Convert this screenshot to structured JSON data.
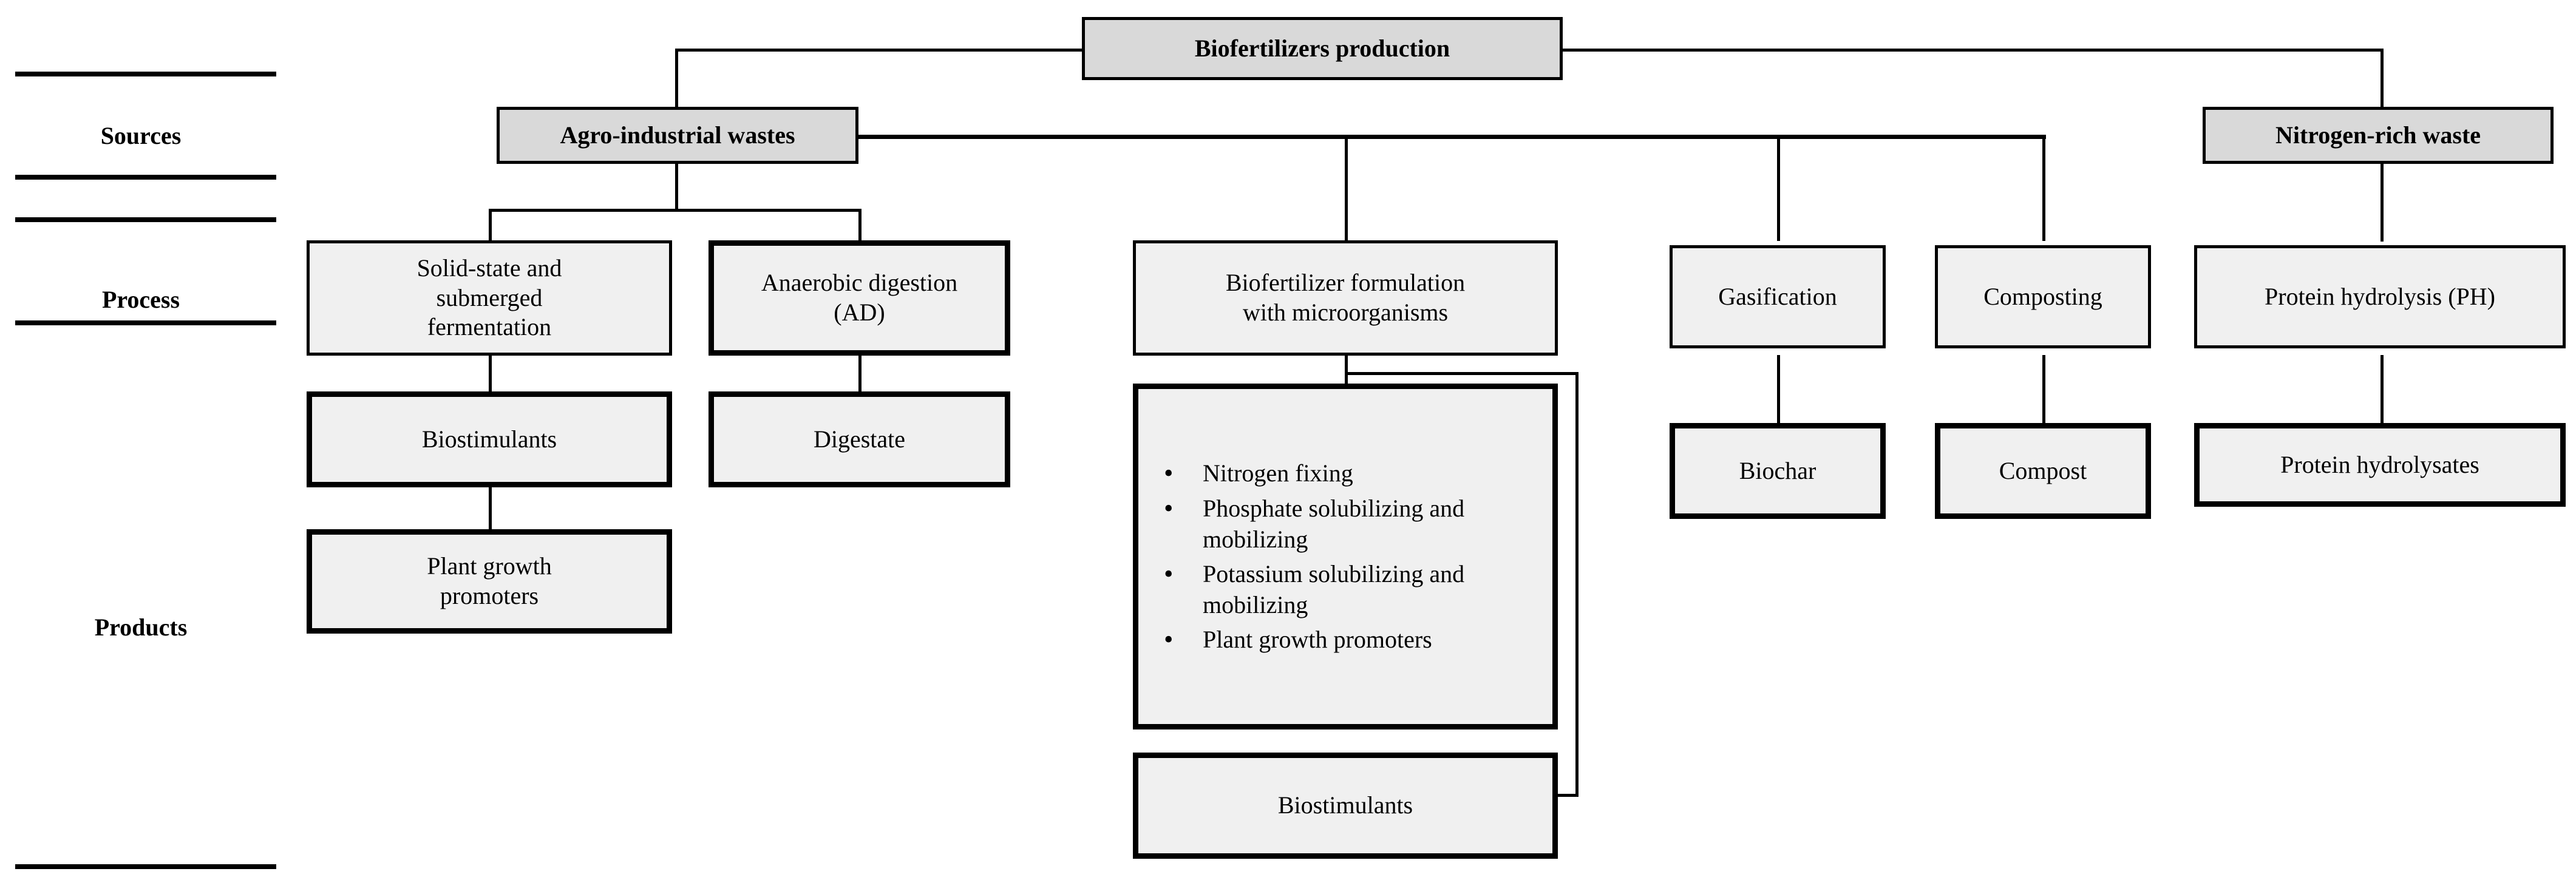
{
  "diagram": {
    "title_box": {
      "label": "Biofertilizers production"
    },
    "row_labels": [
      {
        "name": "sources",
        "label": "Sources"
      },
      {
        "name": "process",
        "label": "Process"
      },
      {
        "name": "products",
        "label": "Products"
      }
    ],
    "sources": [
      {
        "name": "agro-industrial-wastes",
        "label": "Agro-industrial wastes"
      },
      {
        "name": "nitrogen-rich-waste",
        "label": "Nitrogen-rich waste"
      }
    ],
    "processes": [
      {
        "name": "solid-state-submerged-fermentation",
        "line1": "Solid-state and",
        "line2": "submerged",
        "line3": "fermentation"
      },
      {
        "name": "anaerobic-digestion",
        "line1": "Anaerobic digestion",
        "line2": "(AD)"
      },
      {
        "name": "biofertilizer-formulation",
        "line1": "Biofertilizer  formulation",
        "line2": "with microorganisms"
      },
      {
        "name": "gasification",
        "line1": "Gasification"
      },
      {
        "name": "composting",
        "line1": "Composting"
      },
      {
        "name": "protein-hydrolysis",
        "line1": "Protein hydrolysis (PH)"
      }
    ],
    "products": [
      {
        "name": "biostimulants-fermentation",
        "label": "Biostimulants"
      },
      {
        "name": "plant-growth-promoters",
        "line1": "Plant growth",
        "line2": "promoters"
      },
      {
        "name": "digestate",
        "label": "Digestate"
      },
      {
        "name": "biochar",
        "label": "Biochar"
      },
      {
        "name": "compost",
        "label": "Compost"
      },
      {
        "name": "protein-hydrolysates",
        "label": "Protein hydrolysates"
      },
      {
        "name": "biostimulants-formulation",
        "label": "Biostimulants"
      }
    ],
    "formulation_outputs": [
      "Nitrogen fixing",
      "Phosphate solubilizing and mobilizing",
      "Potassium solubilizing and mobilizing",
      "Plant growth promoters"
    ],
    "colors": {
      "shaded_fill": "#d9d9d9",
      "plain_fill": "#f0f0f0",
      "stroke": "#000000",
      "background": "#ffffff"
    }
  }
}
